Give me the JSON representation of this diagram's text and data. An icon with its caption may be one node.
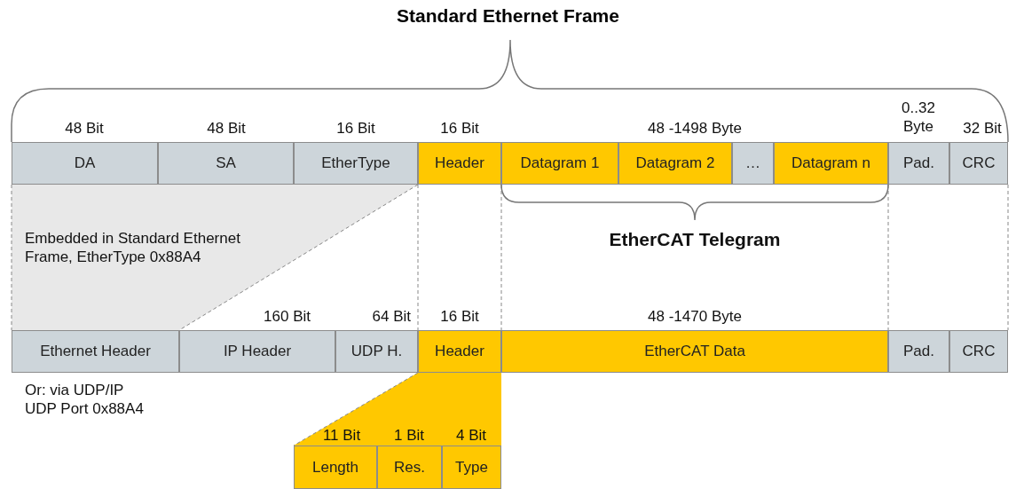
{
  "diagram": {
    "title": "Standard Ethernet Frame",
    "nodes": [
      {
        "text": [
          "DA"
        ]
      },
      {
        "text": [
          "SA"
        ]
      },
      {
        "text": [
          "EtherType"
        ]
      },
      {
        "text": [
          "Header"
        ]
      },
      {
        "text": [
          "Datagram 1"
        ]
      },
      {
        "text": [
          "Datagram 2"
        ]
      },
      {
        "text": [
          "…"
        ]
      },
      {
        "text": [
          "Datagram n"
        ]
      },
      {
        "text": [
          "Pad."
        ]
      },
      {
        "text": [
          "CRC"
        ]
      },
      {
        "text": [
          "Ethernet Header"
        ]
      },
      {
        "text": [
          "IP Header"
        ]
      },
      {
        "text": [
          "UDP H."
        ]
      },
      {
        "text": [
          "Header"
        ]
      },
      {
        "text": [
          "EtherCAT Data"
        ]
      },
      {
        "text": [
          "Pad."
        ]
      },
      {
        "text": [
          "CRC"
        ]
      },
      {
        "text": [
          "Length"
        ]
      },
      {
        "text": [
          "Res."
        ]
      },
      {
        "text": [
          "Type"
        ]
      }
    ],
    "labels": [
      "48 Bit",
      "48 Bit",
      "16 Bit",
      "16 Bit",
      "48 -1498 Byte",
      "0..32 Byte",
      "32 Bit",
      "EtherCAT Telegram",
      "Embedded in Standard Ethernet Frame, EtherType 0x88A4",
      "160 Bit",
      "64 Bit",
      "16 Bit",
      "48 -1470 Byte",
      "Or: via UDP/IP UDP Port 0x88A4",
      "11 Bit",
      "1 Bit",
      "4 Bit"
    ]
  }
}
